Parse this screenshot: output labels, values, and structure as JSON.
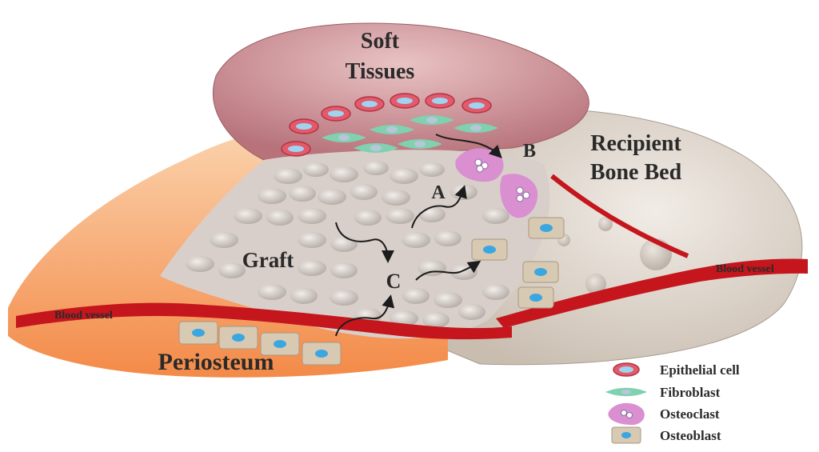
{
  "labels": {
    "soft_tissues_line1": "Soft",
    "soft_tissues_line2": "Tissues",
    "recipient_line1": "Recipient",
    "recipient_line2": "Bone Bed",
    "graft": "Graft",
    "periosteum": "Periosteum",
    "blood_vessel_left": "Blood vessel",
    "blood_vessel_right": "Blood vessel",
    "pathway_a": "A",
    "pathway_b": "B",
    "pathway_c": "C"
  },
  "legend": {
    "items": [
      {
        "label": "Epithelial cell",
        "icon": "epithelial-cell-icon"
      },
      {
        "label": "Fibroblast",
        "icon": "fibroblast-icon"
      },
      {
        "label": "Osteoclast",
        "icon": "osteoclast-icon"
      },
      {
        "label": "Osteoblast",
        "icon": "osteoblast-icon"
      }
    ]
  },
  "colors": {
    "soft_tissue": "#c98b90",
    "recipient_bone": "#d9d0c6",
    "periosteum": "#f4a66a",
    "blood_vessel": "#c4161c",
    "graft_cell": "#cfc7c2",
    "epithelial": "#e25a6b",
    "fibroblast": "#7fd1b0",
    "osteoclast": "#d98fd0",
    "osteoblast": "#d8c9b3",
    "nucleus": "#3aa7e0"
  }
}
